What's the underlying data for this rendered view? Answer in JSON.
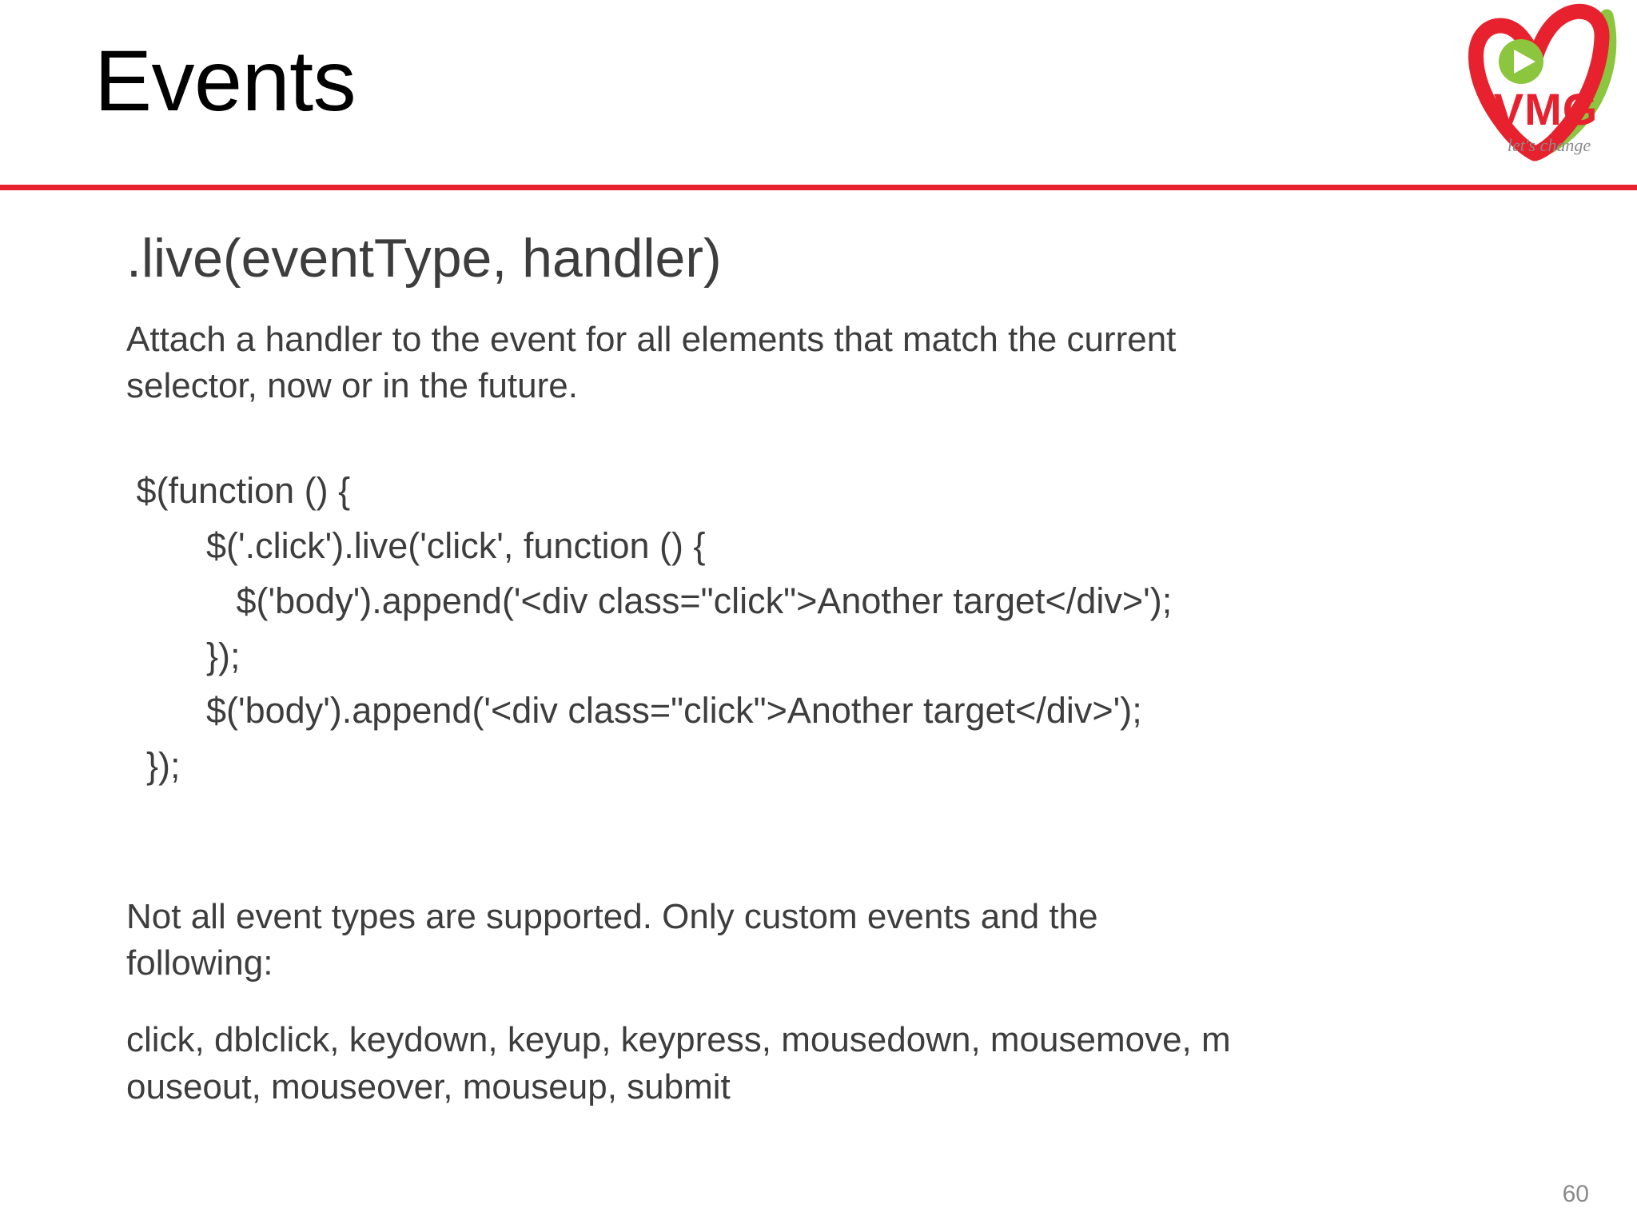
{
  "slide": {
    "title": "Events",
    "page_number": "60",
    "accent_color": "#e8212e",
    "text_color": "#3d3d3d",
    "title_color": "#000000",
    "page_number_color": "#8a8a8a"
  },
  "logo": {
    "wordmark": "VMG",
    "tagline": "let's change",
    "heart_color": "#e8212e",
    "accent_color": "#8cc63f",
    "tagline_color": "#8a8a8a",
    "play_triangle_color": "#ffffff"
  },
  "content": {
    "heading": ".live(eventType, handler)",
    "description": [
      "Attach a handler to the event for all elements that match the current",
      "selector, now or in the future."
    ],
    "code_lines": [
      " $(function () {",
      "        $('.click').live('click', function () {",
      "           $('body').append('<div class=\"click\">Another target</div>');",
      "        });",
      "        $('body').append('<div class=\"click\">Another target</div>');",
      "  });"
    ],
    "note": [
      "Not all event types are supported. Only custom events and the",
      "following:"
    ],
    "event_types": [
      "click, dblclick,  keydown, keyup, keypress, mousedown, mousemove, m",
      "ouseout, mouseover, mouseup, submit"
    ]
  }
}
